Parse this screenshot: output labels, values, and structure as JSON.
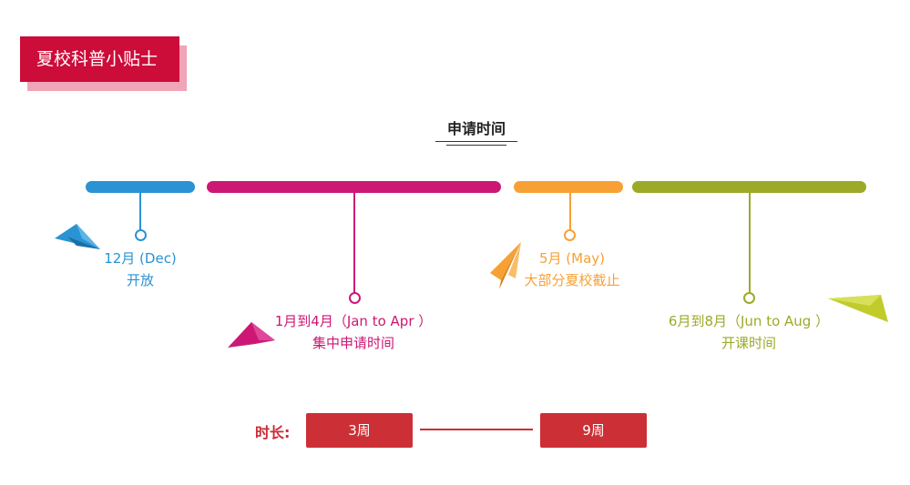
{
  "header": {
    "title": "夏校科普小贴士"
  },
  "section": {
    "title": "申请时间"
  },
  "timeline": [
    {
      "id": "dec",
      "date": "12月 (Dec)",
      "desc": "开放",
      "color": "#2a93d3"
    },
    {
      "id": "jan-apr",
      "date": "1月到4月（Jan to Apr ）",
      "desc": "集中申请时间",
      "color": "#cc1775"
    },
    {
      "id": "may",
      "date": "5月 (May)",
      "desc": "大部分夏校截止",
      "color": "#f7a134"
    },
    {
      "id": "jun-aug",
      "date": "6月到8月（Jun to Aug ）",
      "desc": "开课时间",
      "color": "#9daa28"
    }
  ],
  "duration": {
    "label": "时长:",
    "from": "3周",
    "to": "9周",
    "color": "#cc2f35"
  },
  "icons": [
    "paper-plane-icon"
  ]
}
